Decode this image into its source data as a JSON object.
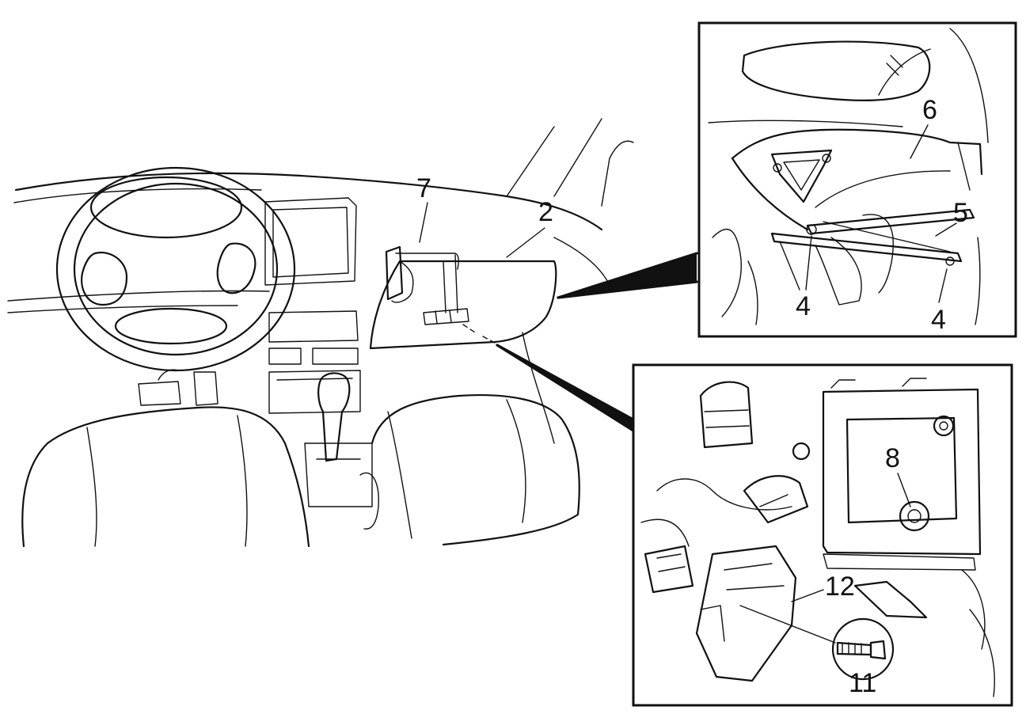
{
  "callouts": {
    "c7": "7",
    "c2": "2",
    "c6": "6",
    "c5": "5",
    "c4a": "4",
    "c4b": "4",
    "c8": "8",
    "c12": "12",
    "c11": "11"
  },
  "colors": {
    "line": "#111111",
    "background": "#ffffff"
  }
}
